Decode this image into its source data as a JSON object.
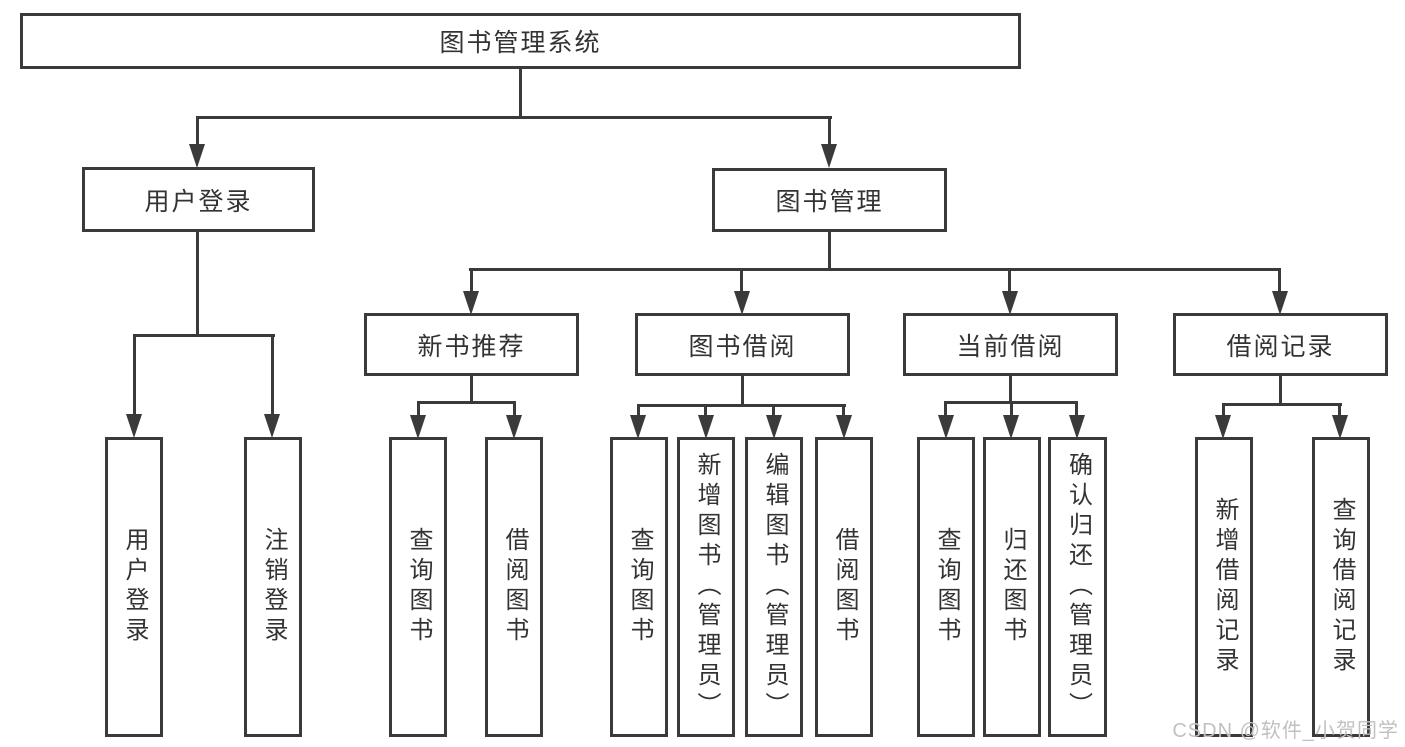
{
  "tree": {
    "label": "图书管理系统",
    "children": [
      {
        "label": "用户登录",
        "children": [
          {
            "label": "用户登录"
          },
          {
            "label": "注销登录"
          }
        ]
      },
      {
        "label": "图书管理",
        "children": [
          {
            "label": "新书推荐",
            "children": [
              {
                "label": "查询图书"
              },
              {
                "label": "借阅图书"
              }
            ]
          },
          {
            "label": "图书借阅",
            "children": [
              {
                "label": "查询图书"
              },
              {
                "label": "新增图书（管理员）"
              },
              {
                "label": "编辑图书（管理员）"
              },
              {
                "label": "借阅图书"
              }
            ]
          },
          {
            "label": "当前借阅",
            "children": [
              {
                "label": "查询图书"
              },
              {
                "label": "归还图书"
              },
              {
                "label": "确认归还（管理员）"
              }
            ]
          },
          {
            "label": "借阅记录",
            "children": [
              {
                "label": "新增借阅记录"
              },
              {
                "label": "查询借阅记录"
              }
            ]
          }
        ]
      }
    ]
  },
  "watermark": {
    "text": "CSDN @软件_小贺同学"
  },
  "colors": {
    "line": "#3a3a3a",
    "text": "#333333",
    "watermark": "#c1c1c1",
    "background": "#ffffff"
  }
}
